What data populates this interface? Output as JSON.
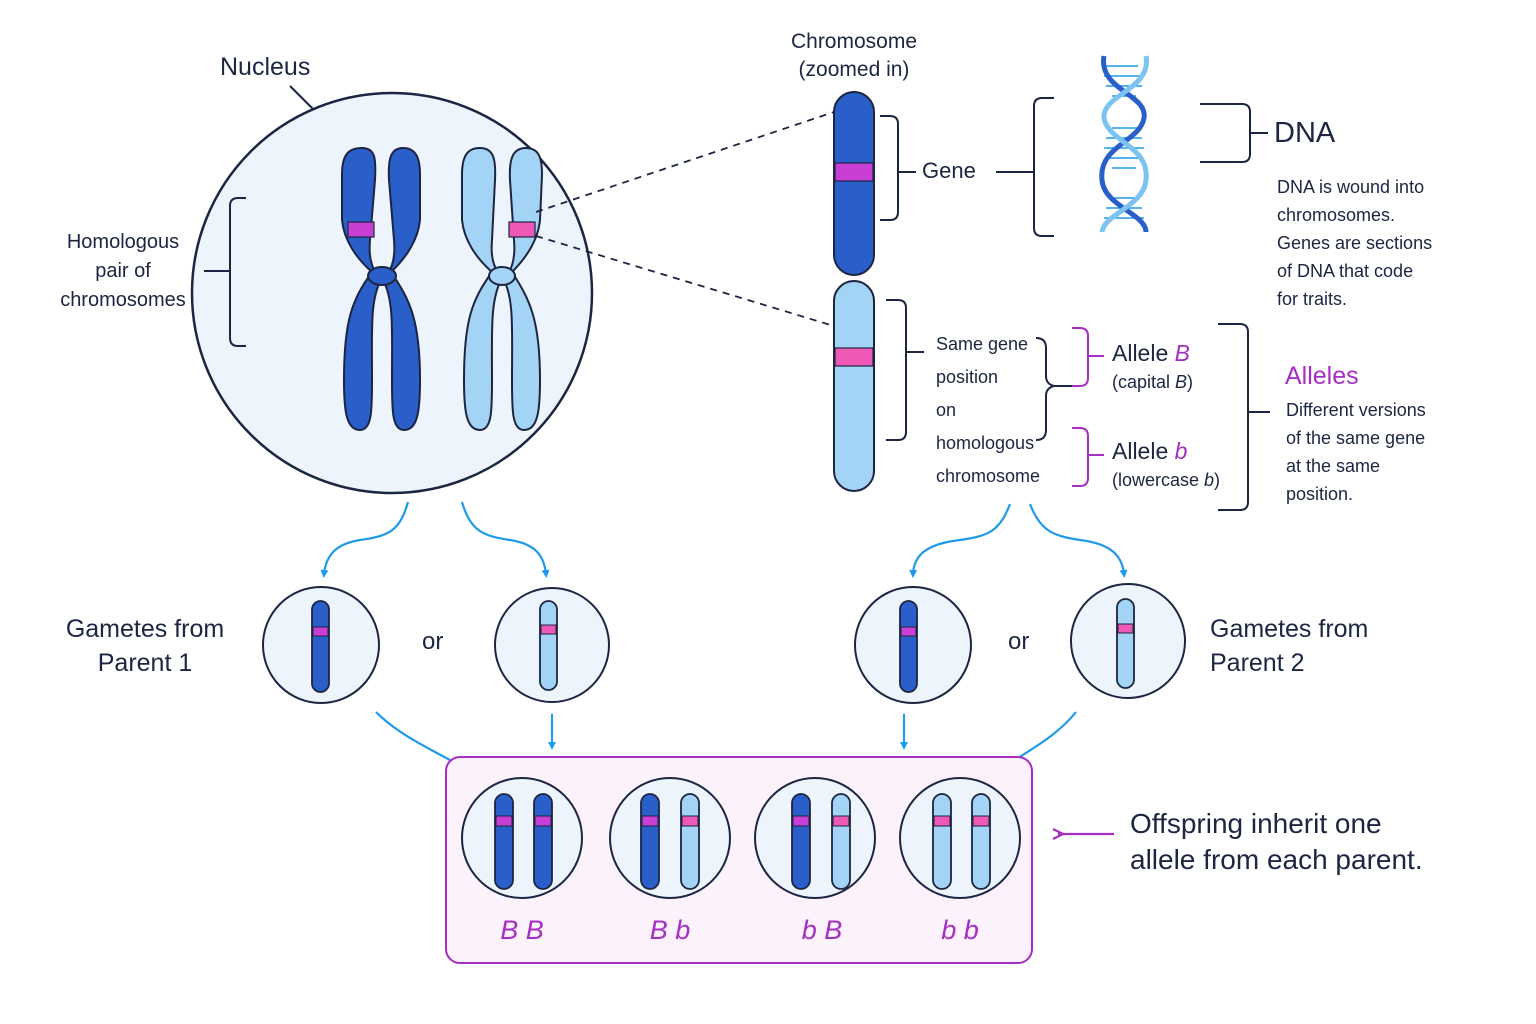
{
  "labels": {
    "nucleus": "Nucleus",
    "homologous_pair": [
      "Homologous",
      "pair of",
      "chromosomes"
    ],
    "chromosome_zoom": [
      "Chromosome",
      "(zoomed in)"
    ],
    "gene": "Gene",
    "dna": "DNA",
    "dna_note": [
      "DNA is wound into",
      "chromosomes.",
      "Genes are sections",
      "of DNA that code",
      "for traits."
    ],
    "same_gene": [
      "Same gene",
      "position",
      "on homologous",
      "chromosome"
    ],
    "allele_big": {
      "word": "Allele",
      "letter": "B",
      "note_pre": "(capital ",
      "note_letter": "B",
      "note_post": ")"
    },
    "allele_small": {
      "word": "Allele",
      "letter": "b",
      "note_pre": "(lowercase ",
      "note_letter": "b",
      "note_post": ")"
    },
    "alleles_title": "Alleles",
    "alleles_note": [
      "Different versions",
      "of the same gene",
      "at the same",
      "position."
    ],
    "gametes_p1": [
      "Gametes from",
      "Parent 1"
    ],
    "gametes_p2": [
      "Gametes from",
      "Parent 2"
    ],
    "or": "or",
    "offspring_note": [
      "Offspring inherit one",
      "allele from each parent."
    ]
  },
  "offspring": [
    {
      "genotype": "B B",
      "left": "dark",
      "right": "dark"
    },
    {
      "genotype": "B b",
      "left": "dark",
      "right": "light"
    },
    {
      "genotype": "b B",
      "left": "dark",
      "right": "light"
    },
    {
      "genotype": "b b",
      "left": "light",
      "right": "light"
    }
  ],
  "colors": {
    "dark_chromosome": "#2a5fc9",
    "light_chromosome": "#a3d3f5",
    "gene_band": "#c93fd6",
    "gene_band_light": "#ee59b8",
    "accent_purple": "#a62ec2",
    "arrow_blue": "#1f9ae8",
    "outline": "#1c2541",
    "circle_fill": "#eef4fc",
    "offspring_box_fill": "#fbf2fb"
  }
}
